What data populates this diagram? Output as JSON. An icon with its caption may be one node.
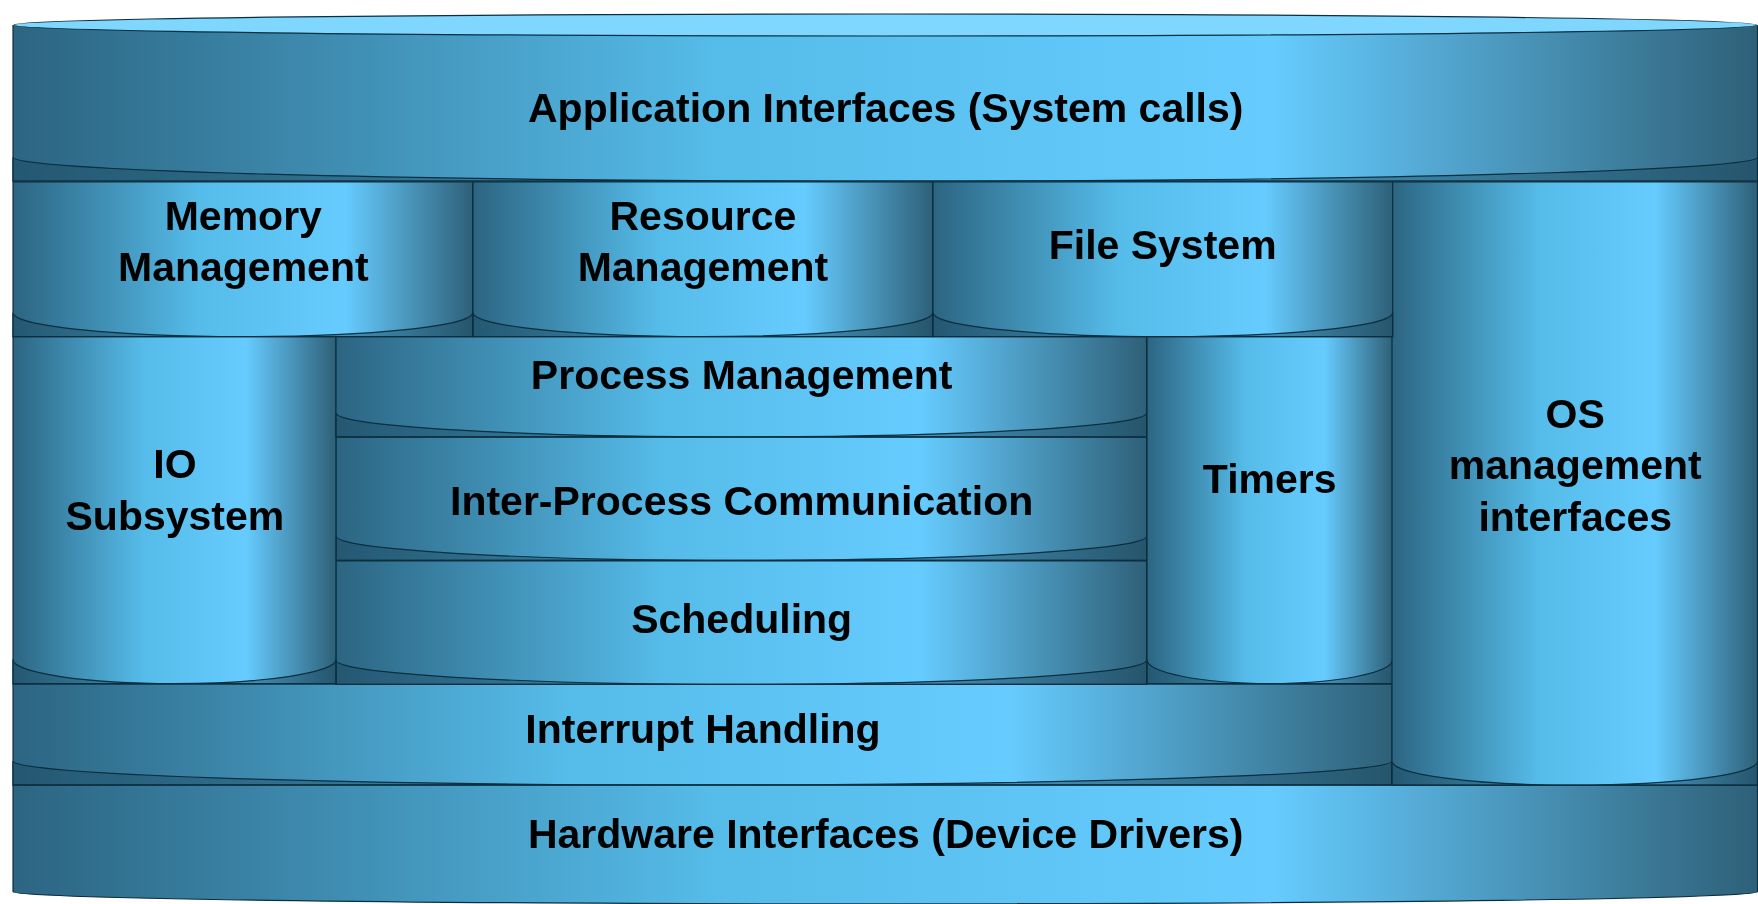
{
  "diagram": {
    "nodes": [
      {
        "text": [
          "Application Interfaces (System calls)"
        ]
      },
      {
        "text": [
          "Memory Management"
        ]
      },
      {
        "text": [
          "Resource Management"
        ]
      },
      {
        "text": [
          "File System"
        ]
      },
      {
        "text": [
          "OS management interfaces"
        ]
      },
      {
        "text": [
          "IO Subsystem"
        ]
      },
      {
        "text": [
          "Process Management"
        ]
      },
      {
        "text": [
          "Inter-Process Communication"
        ]
      },
      {
        "text": [
          "Timers"
        ]
      },
      {
        "text": [
          "Scheduling"
        ]
      },
      {
        "text": [
          "Interrupt Handling"
        ]
      },
      {
        "text": [
          "Hardware Interfaces (Device Drivers)"
        ]
      }
    ]
  }
}
